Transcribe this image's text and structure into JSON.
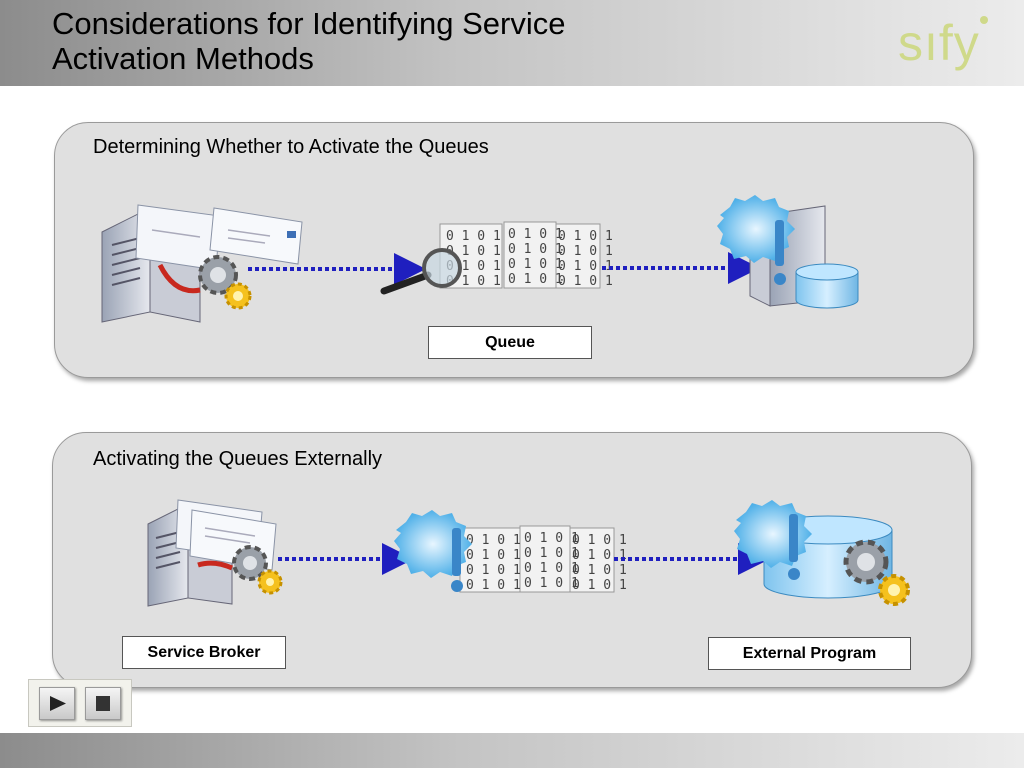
{
  "slide": {
    "title_line1": "Considerations for Identifying Service",
    "title_line2": "Activation Methods",
    "logo_text": "sıfy"
  },
  "panels": [
    {
      "title": "Determining Whether to Activate the Queues",
      "labels": [
        "Queue"
      ]
    },
    {
      "title": "Activating the Queues Externally",
      "labels": [
        "Service Broker",
        "External Program"
      ]
    }
  ],
  "binary_text": "0 1 0 1",
  "icons": [
    "server-icon",
    "envelope-icon",
    "gear-icon",
    "magnifier-icon",
    "alert-icon",
    "database-icon",
    "queue-icon",
    "play-icon",
    "stop-icon"
  ],
  "colors": {
    "arrow": "#1f1fbf",
    "alert": "#5cb8ea",
    "logo": "#cfd98a"
  }
}
